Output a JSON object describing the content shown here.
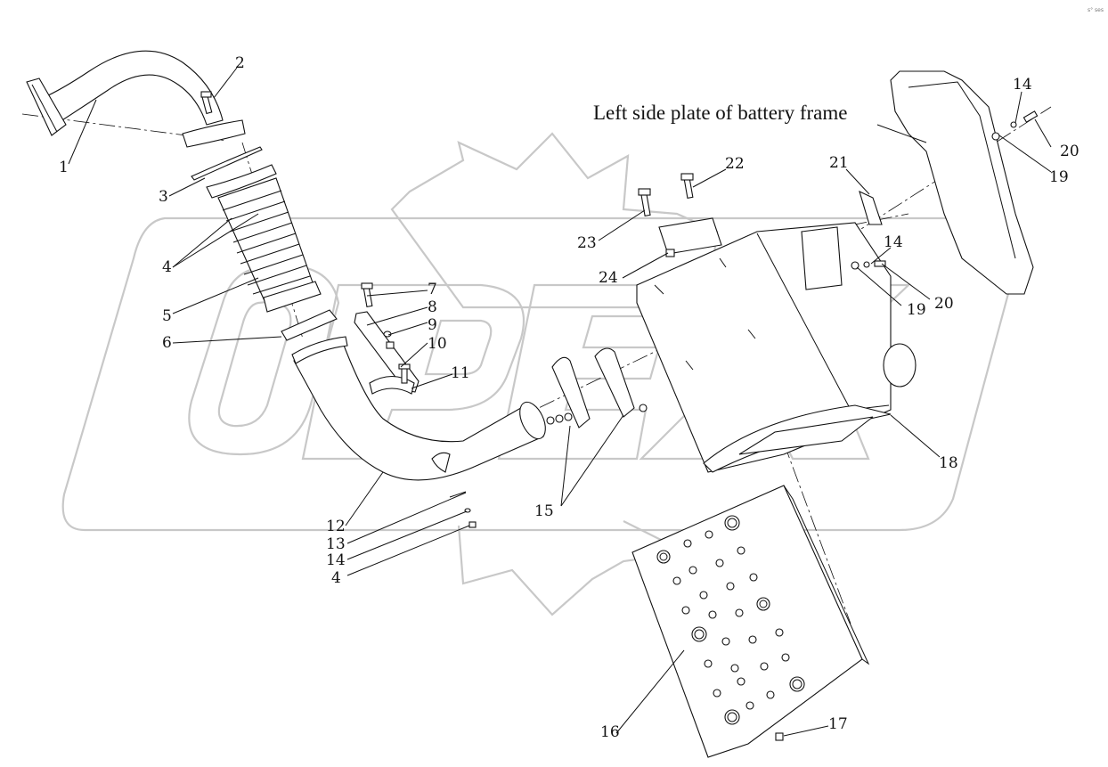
{
  "corner_mark": "s° ses",
  "caption": "Left side plate of battery frame",
  "callouts": [
    {
      "id": "c1",
      "text": "1"
    },
    {
      "id": "c2",
      "text": "2"
    },
    {
      "id": "c3",
      "text": "3"
    },
    {
      "id": "c4a",
      "text": "4"
    },
    {
      "id": "c5",
      "text": "5"
    },
    {
      "id": "c6",
      "text": "6"
    },
    {
      "id": "c7",
      "text": "7"
    },
    {
      "id": "c8",
      "text": "8"
    },
    {
      "id": "c9",
      "text": "9"
    },
    {
      "id": "c10",
      "text": "10"
    },
    {
      "id": "c11",
      "text": "11"
    },
    {
      "id": "c12",
      "text": "12"
    },
    {
      "id": "c13",
      "text": "13"
    },
    {
      "id": "c14a",
      "text": "14"
    },
    {
      "id": "c4b",
      "text": "4"
    },
    {
      "id": "c15",
      "text": "15"
    },
    {
      "id": "c16",
      "text": "16"
    },
    {
      "id": "c17",
      "text": "17"
    },
    {
      "id": "c18",
      "text": "18"
    },
    {
      "id": "c19a",
      "text": "19"
    },
    {
      "id": "c20a",
      "text": "20"
    },
    {
      "id": "c14b",
      "text": "14"
    },
    {
      "id": "c21",
      "text": "21"
    },
    {
      "id": "c22",
      "text": "22"
    },
    {
      "id": "c23",
      "text": "23"
    },
    {
      "id": "c24",
      "text": "24"
    },
    {
      "id": "c14c",
      "text": "14"
    },
    {
      "id": "c20b",
      "text": "20"
    },
    {
      "id": "c19b",
      "text": "19"
    }
  ]
}
